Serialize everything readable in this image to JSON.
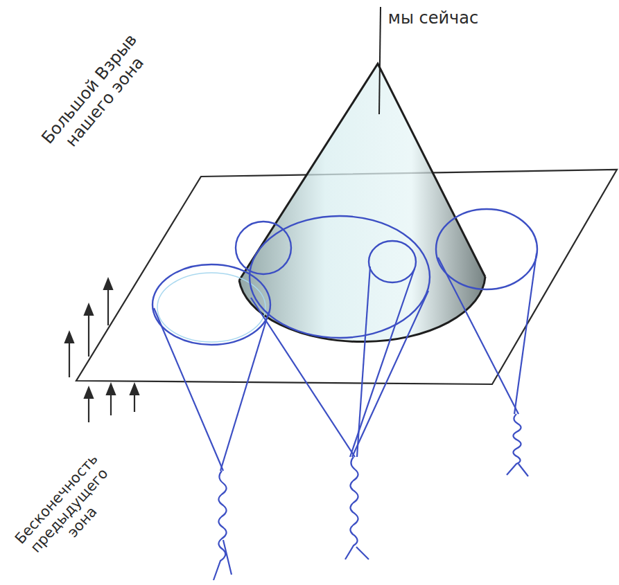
{
  "diagram": {
    "labels": [
      "мы сейчас",
      "Большой Взрыв нашего эона",
      "Бесконечность предыдущего эона"
    ]
  }
}
